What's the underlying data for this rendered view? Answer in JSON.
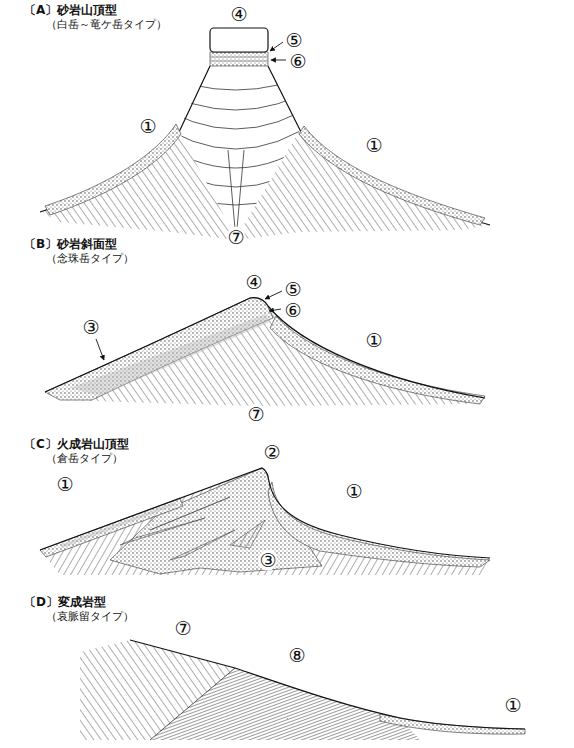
{
  "diagram": {
    "labels": [
      "〔A〕砂岩山頂型",
      "（白岳～竜ケ岳タイプ）",
      "④",
      "⑤",
      "⑥",
      "①",
      "①",
      "⑦",
      "〔B〕砂岩斜面型",
      "（念珠岳タイプ）",
      "④",
      "⑤",
      "⑥",
      "③",
      "①",
      "⑦",
      "〔C〕火成岩山頂型",
      "（倉岳タイプ）",
      "②",
      "①",
      "①",
      "③",
      "〔D〕変成岩型",
      "（哀脈留タイプ）",
      "⑦",
      "⑧",
      "①"
    ]
  }
}
